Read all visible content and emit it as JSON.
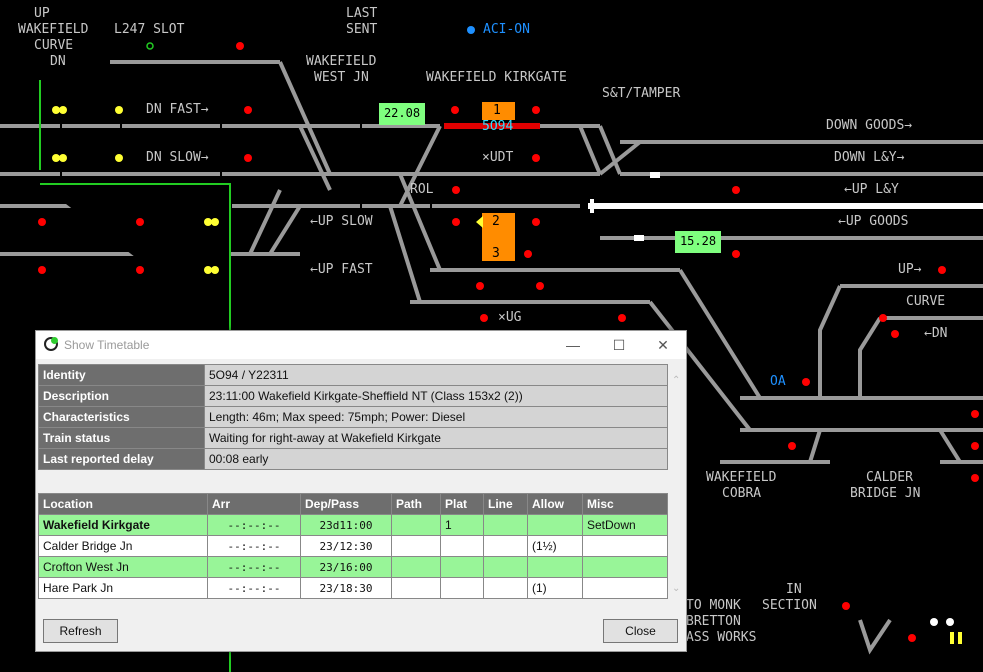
{
  "colors": {
    "track": "#9a9a9a",
    "route_set": "#e00000",
    "occupied": "#ffffff",
    "signal_red": "#ff0000",
    "signal_yellow": "#ffff33",
    "berth_green": "#7fff7f",
    "highlight_orange": "#ff8c00",
    "aci_blue": "#1e90ff"
  },
  "diagram": {
    "labels": {
      "up": "UP",
      "wakefield1": "WAKEFIELD",
      "curve1": "CURVE",
      "dn1": "DN",
      "l247": "L247 SLOT",
      "last": "LAST",
      "sent": "SENT",
      "wakefield_west_a": "WAKEFIELD",
      "wakefield_west_b": "WEST JN",
      "wakefield_kirkgate": "WAKEFIELD KIRKGATE",
      "aci": "ACI-ON",
      "st_tamper": "S&T/TAMPER",
      "dn_fast": "DN FAST→",
      "dn_slow": "DN SLOW→",
      "up_slow": "←UP SLOW",
      "up_fast": "←UP FAST",
      "down_goods": "DOWN GOODS→",
      "down_ly": "DOWN L&Y→",
      "up_ly": "←UP L&Y",
      "up_goods": "←UP GOODS",
      "xudt": "×UDT",
      "rol": "ROL",
      "xug": "×UG",
      "up_right": "UP→",
      "curve2": "CURVE",
      "dn_left": "←DN",
      "oa": "OA",
      "wakefield_cobra_a": "WAKEFIELD",
      "wakefield_cobra_b": "COBRA",
      "calder_a": "CALDER",
      "calder_b": "BRIDGE JN",
      "in": "IN",
      "section": "SECTION",
      "to_monk": "TO MONK",
      "bretton": "BRETTON",
      "ass_works": "ASS WORKS"
    },
    "berths": {
      "b1": "22.08",
      "b2": "15.28"
    },
    "platforms": {
      "p1": "1",
      "p2": "2",
      "p3": "3"
    },
    "headcode": "5O94"
  },
  "dialog": {
    "title": "Show Timetable",
    "info": [
      {
        "k": "Identity",
        "v": "5O94 / Y22311"
      },
      {
        "k": "Description",
        "v": "23:11:00 Wakefield Kirkgate-Sheffield NT (Class 153x2 (2))"
      },
      {
        "k": "Characteristics",
        "v": "Length: 46m; Max speed: 75mph; Power: Diesel"
      },
      {
        "k": "Train status",
        "v": "Waiting for right-away at Wakefield Kirkgate"
      },
      {
        "k": "Last reported delay",
        "v": "00:08 early"
      }
    ],
    "columns": [
      "Location",
      "Arr",
      "Dep/Pass",
      "Path",
      "Plat",
      "Line",
      "Allow",
      "Misc"
    ],
    "rows": [
      {
        "location": "Wakefield Kirkgate",
        "arr": "--:--:--",
        "dep": "23d11:00",
        "path": "",
        "plat": "1",
        "line": "",
        "allow": "",
        "misc": "SetDown"
      },
      {
        "location": "Calder Bridge Jn",
        "arr": "--:--:--",
        "dep": "23/12:30",
        "path": "",
        "plat": "",
        "line": "",
        "allow": "(1½)",
        "misc": ""
      },
      {
        "location": "Crofton West Jn",
        "arr": "--:--:--",
        "dep": "23/16:00",
        "path": "",
        "plat": "",
        "line": "",
        "allow": "",
        "misc": ""
      },
      {
        "location": "Hare Park Jn",
        "arr": "--:--:--",
        "dep": "23/18:30",
        "path": "",
        "plat": "",
        "line": "",
        "allow": "(1)",
        "misc": ""
      }
    ],
    "refresh_label": "Refresh",
    "close_label": "Close"
  }
}
